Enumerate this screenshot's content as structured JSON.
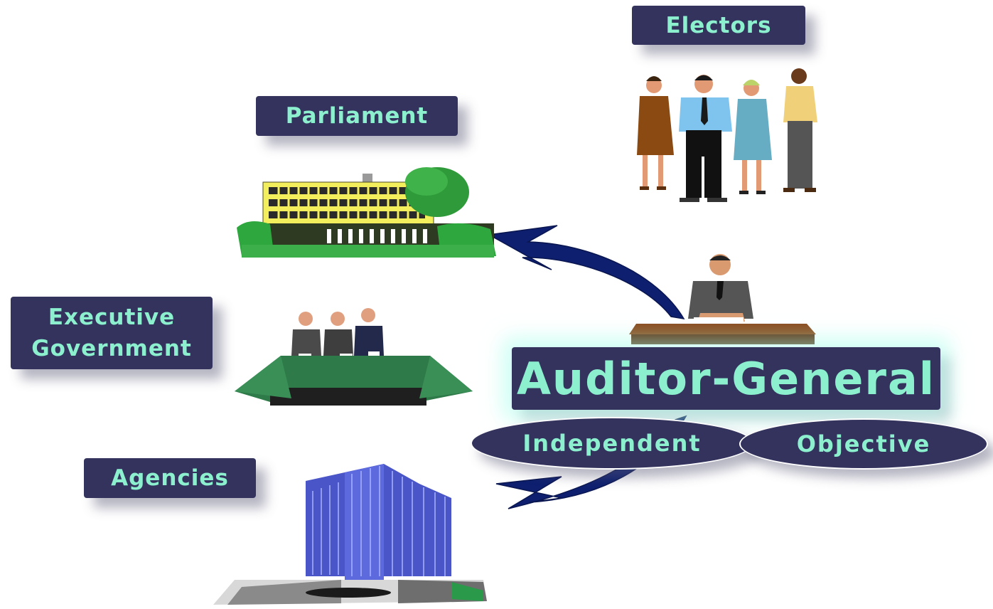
{
  "labels": {
    "electors": "Electors",
    "parliament": "Parliament",
    "executive_line1": "Executive",
    "executive_line2": "Government",
    "agencies": "Agencies",
    "auditor_general": "Auditor-General"
  },
  "qualities": {
    "independent": "Independent",
    "objective": "Objective"
  },
  "colors": {
    "label_background": "#33335e",
    "label_text": "#8cf0cf",
    "arrow": "#0d1f6e"
  },
  "icons": [
    "electors-people-clipart",
    "parliament-building-clipart",
    "executive-meeting-clipart",
    "agency-office-building-clipart",
    "auditor-at-desk-clipart"
  ]
}
